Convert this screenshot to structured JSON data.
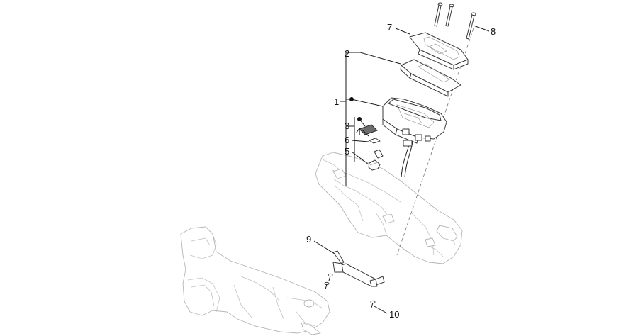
{
  "callouts": {
    "c1": "1",
    "c2": "2",
    "c3": "3",
    "c4": "4",
    "c5": "5",
    "c6": "6",
    "c7": "7",
    "c8": "8",
    "c9": "9",
    "c10": "10"
  },
  "colors": {
    "line": "#3a3a3a",
    "ghost_line": "#b5b5b5",
    "leader": "#1a1a1a"
  }
}
